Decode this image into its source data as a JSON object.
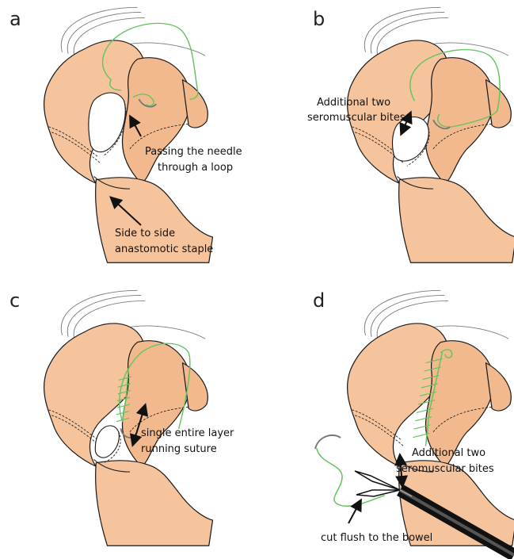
{
  "panels": [
    {
      "letter": "a",
      "annotations": [
        "Passing the needle",
        "through a loop",
        "Side to side",
        "anastomotic staple"
      ]
    },
    {
      "letter": "b",
      "annotations": [
        "Additional two",
        "seromuscular bites"
      ]
    },
    {
      "letter": "c",
      "annotations": [
        "single entire layer",
        "running suture"
      ]
    },
    {
      "letter": "d",
      "annotations": [
        "Additional two",
        "seromuscular bites",
        "cut flush to the bowel"
      ]
    }
  ],
  "colors": {
    "bowel": "#f6c49c",
    "suture": "#63c35f",
    "outline": "#1a1a1a"
  }
}
